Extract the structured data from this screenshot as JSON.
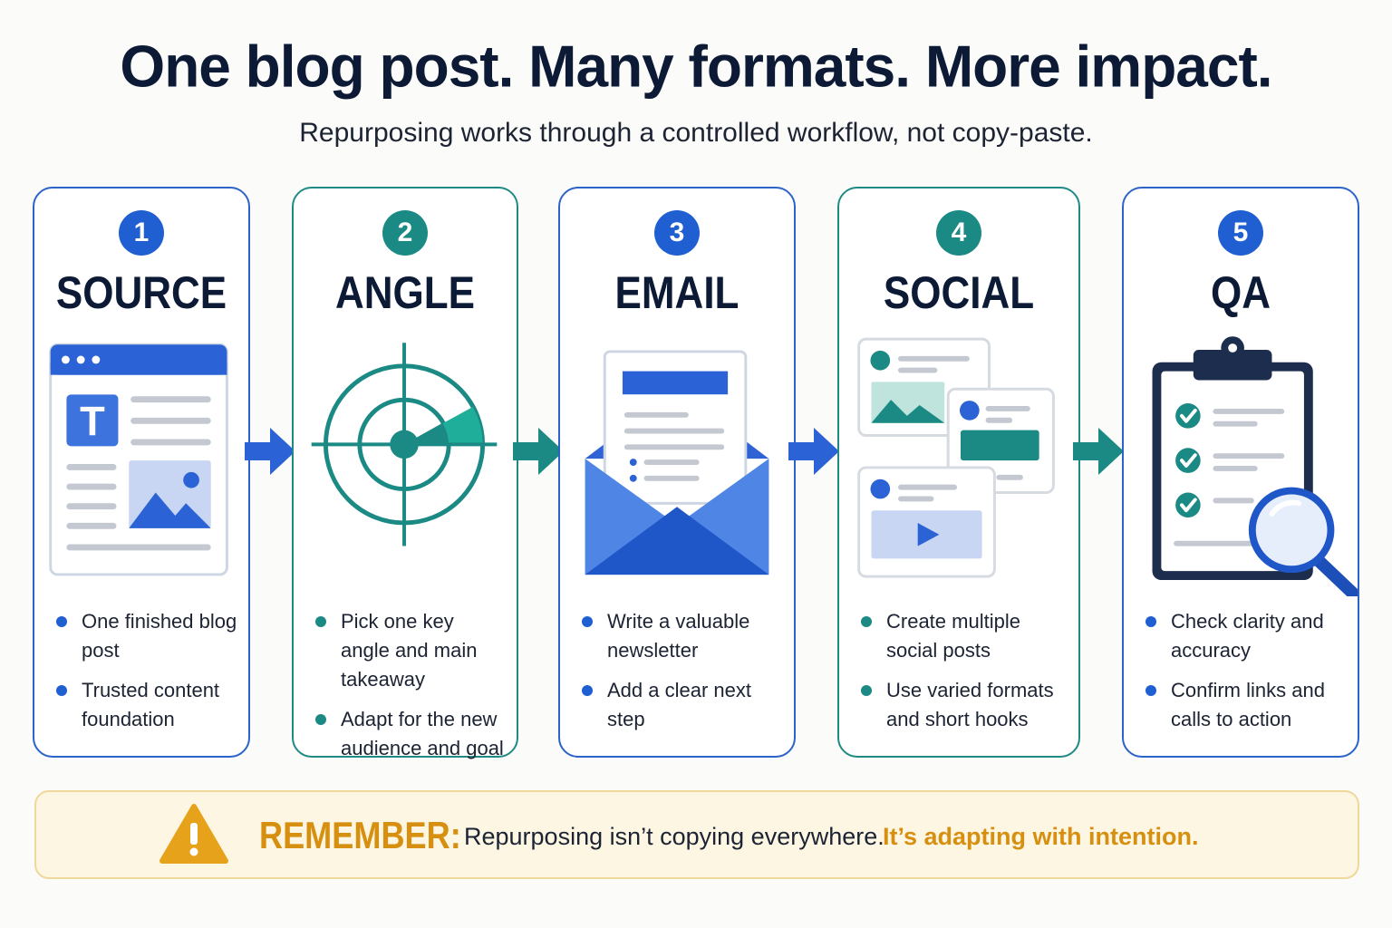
{
  "title": "One blog post. Many formats. More impact.",
  "subtitle": "Repurposing works through a controlled workflow, not copy-paste.",
  "steps": [
    {
      "number": "1",
      "heading": "SOURCE",
      "bullets": [
        "One finished blog post",
        "Trusted content foundation"
      ]
    },
    {
      "number": "2",
      "heading": "ANGLE",
      "bullets": [
        "Pick one key angle and main takeaway",
        "Adapt for the new audience and goal"
      ]
    },
    {
      "number": "3",
      "heading": "EMAIL",
      "bullets": [
        "Write a valuable newsletter",
        "Add a clear next step"
      ]
    },
    {
      "number": "4",
      "heading": "SOCIAL",
      "bullets": [
        "Create multiple social posts",
        "Use varied formats and short hooks"
      ]
    },
    {
      "number": "5",
      "heading": "QA",
      "bullets": [
        "Check clarity and accuracy",
        "Confirm links and calls to action"
      ]
    }
  ],
  "icons": {
    "source": "blog-post-icon",
    "angle": "target-icon",
    "email": "envelope-icon",
    "social": "social-posts-icon",
    "qa": "clipboard-magnifier-icon",
    "arrow": "arrow-right-icon",
    "warning": "warning-icon"
  },
  "colors": {
    "blue": "#1f5fd1",
    "teal": "#1b8a84",
    "navy": "#0c1a36",
    "amber": "#d78f10"
  },
  "banner": {
    "label": "REMEMBER:",
    "message": "Repurposing isn’t copying everywhere.",
    "highlight": "It’s adapting with intention."
  }
}
